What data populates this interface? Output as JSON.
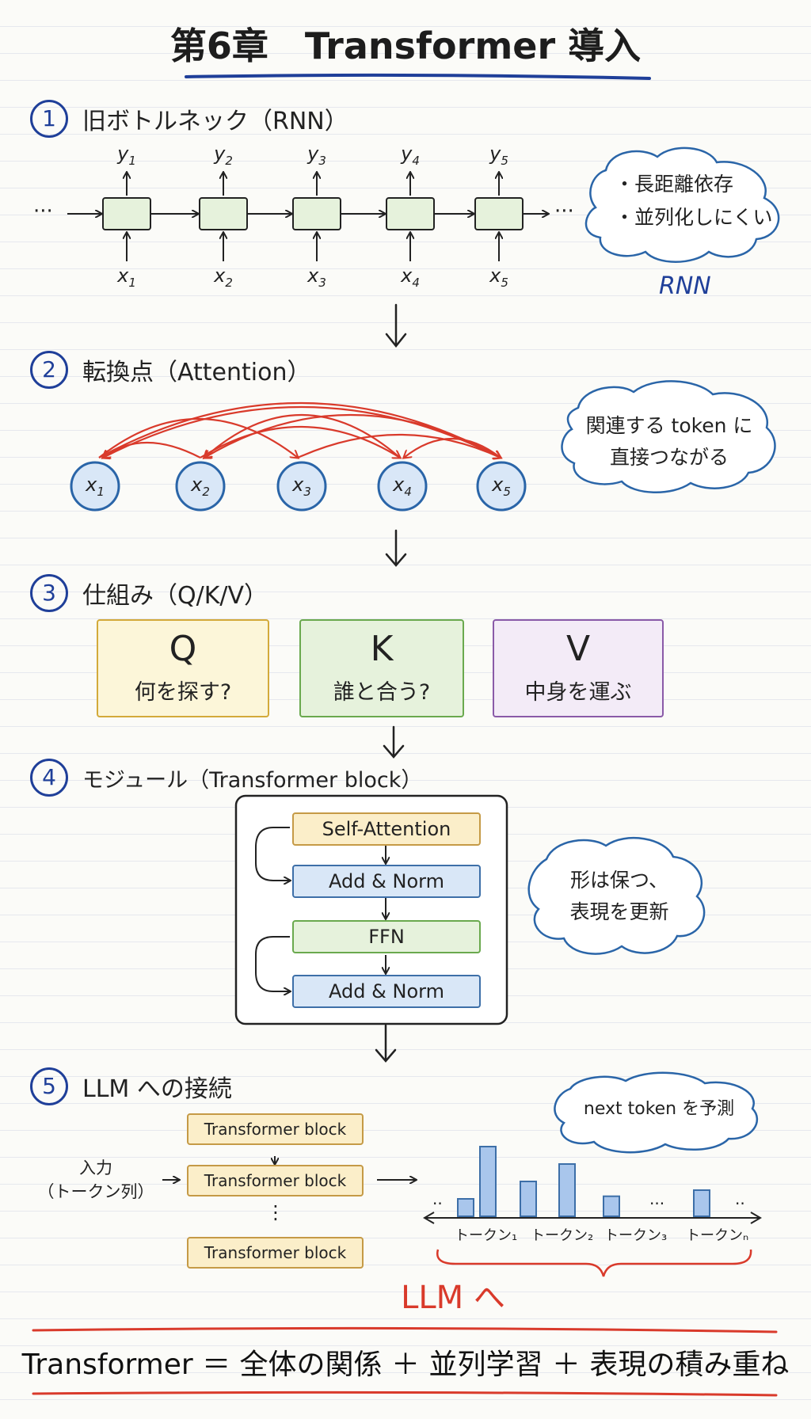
{
  "title": "第6章　Transformer 導入",
  "colors": {
    "blue": "#1f3f99",
    "red": "#d93a2b",
    "box_green": "#e6f2dc",
    "box_blue": "#d9e7f7",
    "box_yellow": "#fbeec9",
    "box_purple": "#f3ebf7"
  },
  "sections": {
    "s1": {
      "num": "1",
      "title": "旧ボトルネック（RNN）",
      "outputs": [
        "y1",
        "y2",
        "y3",
        "y4",
        "y5"
      ],
      "inputs": [
        "x1",
        "x2",
        "x3",
        "x4",
        "x5"
      ],
      "ellipsis": "···",
      "cloud": [
        "・長距離依存",
        "・並列化しにくい"
      ],
      "cloud_label": "RNN"
    },
    "s2": {
      "num": "2",
      "title": "転換点（Attention）",
      "nodes": [
        "x1",
        "x2",
        "x3",
        "x4",
        "x5"
      ],
      "cloud": [
        "関連する token に",
        "直接つながる"
      ]
    },
    "s3": {
      "num": "3",
      "title": "仕組み（Q/K/V）",
      "boxes": [
        {
          "letter": "Q",
          "text": "何を探す?"
        },
        {
          "letter": "K",
          "text": "誰と合う?"
        },
        {
          "letter": "V",
          "text": "中身を運ぶ"
        }
      ]
    },
    "s4": {
      "num": "4",
      "title": "モジュール（Transformer block）",
      "blocks": [
        "Self-Attention",
        "Add & Norm",
        "FFN",
        "Add & Norm"
      ],
      "cloud": [
        "形は保つ、",
        "表現を更新"
      ]
    },
    "s5": {
      "num": "5",
      "title": "LLM への接続",
      "input_label": [
        "入力",
        "（トークン列）"
      ],
      "blocks": [
        "Transformer block",
        "Transformer block",
        "⋮",
        "Transformer block"
      ],
      "cloud": "next token を予測",
      "token_labels": [
        "トークン₁",
        "トークン₂",
        "トークン₃",
        "トークンₙ"
      ],
      "axis_dots": [
        "··",
        "···",
        "··"
      ],
      "llm_label": "LLM へ"
    }
  },
  "chart_data": {
    "type": "bar",
    "categories": [
      "",
      "トークン₁",
      "",
      "トークン₂",
      "トークン₃",
      "",
      "トークンₙ"
    ],
    "values": [
      20,
      80,
      40,
      60,
      23,
      0,
      30
    ],
    "title": "",
    "xlabel": "",
    "ylabel": ""
  },
  "summary": "Transformer ＝ 全体の関係 ＋ 並列学習 ＋ 表現の積み重ね"
}
